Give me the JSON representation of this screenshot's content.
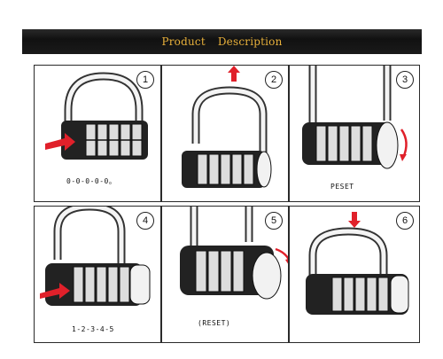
{
  "banner": {
    "word1": "Product",
    "word2": "Description"
  },
  "steps": [
    {
      "number": "1",
      "caption": "0-0-0-0-0。"
    },
    {
      "number": "2",
      "caption": ""
    },
    {
      "number": "3",
      "caption": "PESET"
    },
    {
      "number": "4",
      "caption": "1-2-3-4-5"
    },
    {
      "number": "5",
      "caption": "(RESET)"
    },
    {
      "number": "6",
      "caption": ""
    }
  ],
  "colors": {
    "banner_bg": "#111111",
    "banner_text": "#e9b13b",
    "arrow_red": "#e0202a"
  }
}
